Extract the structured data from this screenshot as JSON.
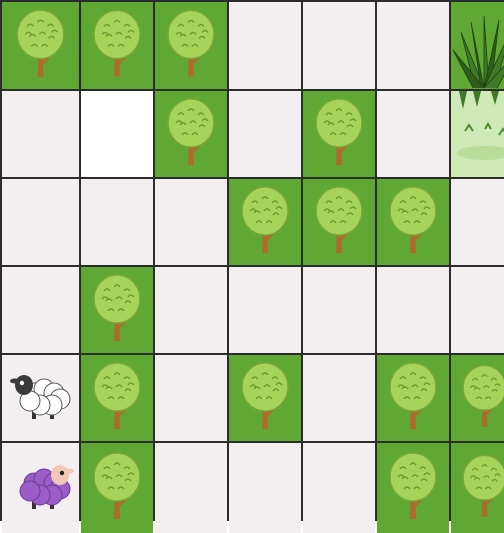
{
  "game": {
    "rows": 6,
    "cols": 7,
    "grid": [
      [
        "tree",
        "tree",
        "tree",
        "empty",
        "empty",
        "empty",
        "grass"
      ],
      [
        "empty",
        "blank",
        "tree",
        "empty",
        "tree",
        "empty",
        "goal"
      ],
      [
        "empty",
        "empty",
        "empty",
        "tree",
        "tree",
        "tree",
        "empty"
      ],
      [
        "empty",
        "tree",
        "empty",
        "empty",
        "empty",
        "empty",
        "empty"
      ],
      [
        "sheep-white",
        "tree",
        "empty",
        "tree",
        "empty",
        "tree",
        "tree"
      ],
      [
        "sheep-purple",
        "tree",
        "empty",
        "empty",
        "empty",
        "tree",
        "tree"
      ]
    ],
    "legend": {
      "tree": "tree-icon",
      "grass": "grass-icon",
      "goal": "goal-grass-tile",
      "sheep-white": "white-sheep-icon",
      "sheep-purple": "purple-sheep-icon"
    },
    "colors": {
      "tree_tile": "#5fa834",
      "empty_tile": "#f3eef0",
      "grid_line": "#2c2c2c",
      "goal_tile": "#cdeab6"
    }
  }
}
